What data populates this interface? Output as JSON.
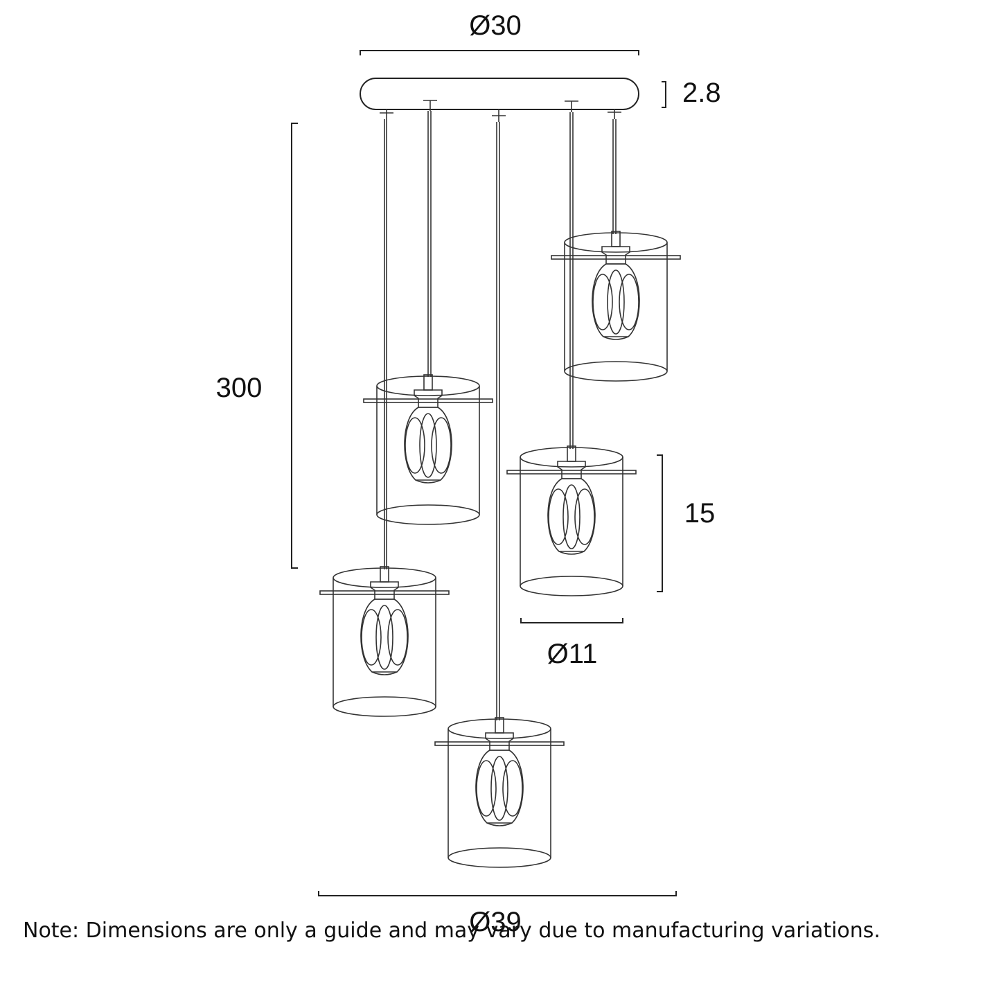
{
  "dimensions": {
    "canopy_diameter": "Ø30",
    "canopy_height": "2.8",
    "drop_height": "300",
    "shade_height": "15",
    "shade_diameter": "Ø11",
    "overall_diameter": "Ø39"
  },
  "pendant_count": 5,
  "note": "Note: Dimensions are only a guide and may vary due to manufacturing variations."
}
